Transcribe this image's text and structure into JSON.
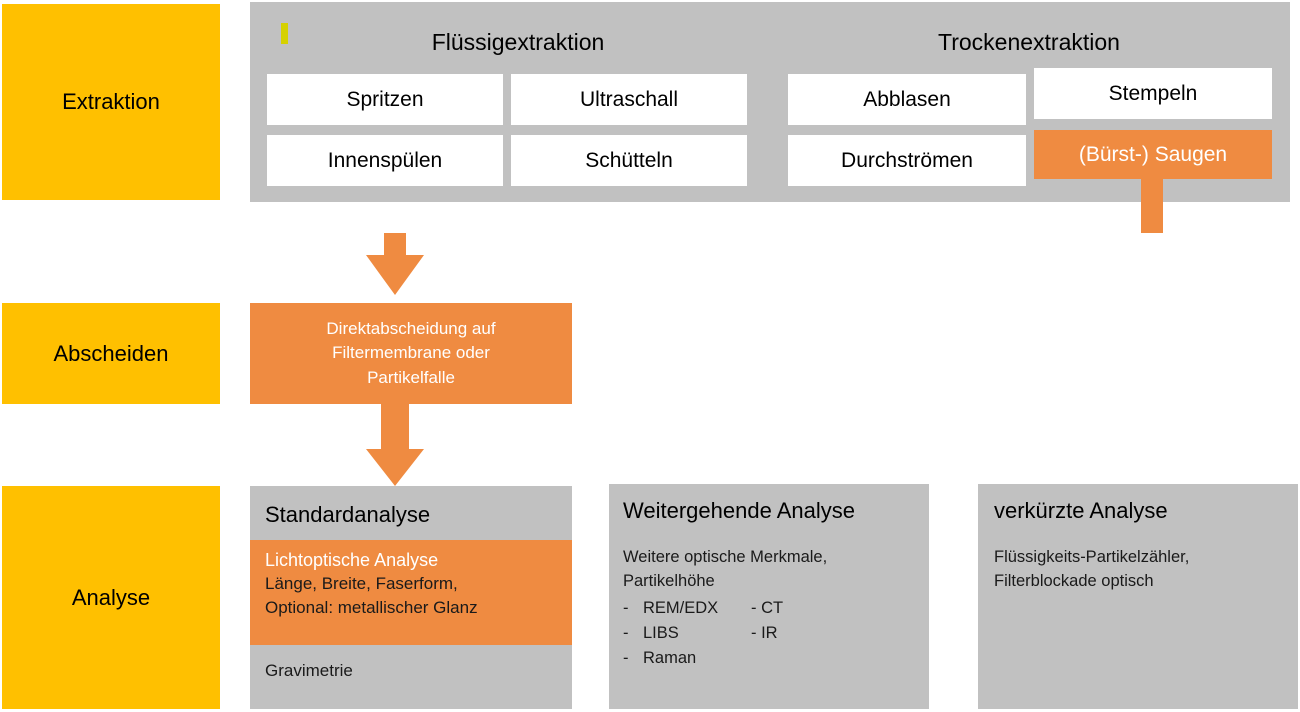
{
  "theme": {
    "yellow": "#FFC000",
    "gray": "#C1C1C1",
    "orange": "#EF8B41",
    "white": "#FFFFFF",
    "olive_tick": "#D6D100"
  },
  "stages": [
    {
      "id": "extraktion",
      "label": "Extraktion"
    },
    {
      "id": "abscheiden",
      "label": "Abscheiden"
    },
    {
      "id": "analyse",
      "label": "Analyse"
    }
  ],
  "extraction": {
    "groups": [
      {
        "id": "fluessig",
        "heading": "Flüssigextraktion",
        "methods": [
          {
            "label": "Spritzen",
            "highlight": false
          },
          {
            "label": "Ultraschall",
            "highlight": false
          },
          {
            "label": "Innenspülen",
            "highlight": false
          },
          {
            "label": "Schütteln",
            "highlight": false
          }
        ]
      },
      {
        "id": "trocken",
        "heading": "Trockenextraktion",
        "methods": [
          {
            "label": "Abblasen",
            "highlight": false
          },
          {
            "label": "Stempeln",
            "highlight": false
          },
          {
            "label": "Durchströmen",
            "highlight": false
          },
          {
            "label": "(Bürst-) Saugen",
            "highlight": true
          }
        ]
      }
    ]
  },
  "separation": {
    "box_lines": [
      "Direktabscheidung auf",
      "Filtermembrane oder",
      "Partikelfalle"
    ]
  },
  "analysis": {
    "columns": [
      {
        "id": "standard",
        "title": "Standardanalyse",
        "band": {
          "title": "Lichtoptische Analyse",
          "lines": [
            "Länge, Breite, Faserform,",
            "Optional: metallischer Glanz"
          ]
        },
        "footer": "Gravimetrie"
      },
      {
        "id": "weitergehend",
        "title": "Weitergehende Analyse",
        "lines": [
          "Weitere optische Merkmale,",
          "Partikelhöhe"
        ],
        "bullets": [
          {
            "dash": "-",
            "main": "REM/EDX",
            "alt": "- CT"
          },
          {
            "dash": "-",
            "main": "LIBS",
            "alt": "- IR"
          },
          {
            "dash": "-",
            "main": "Raman",
            "alt": ""
          }
        ]
      },
      {
        "id": "verkuerzt",
        "title": "verkürzte Analyse",
        "lines": [
          "Flüssigkeits-Partikelzähler,",
          "Filterblockade optisch"
        ]
      }
    ]
  },
  "connectors": [
    {
      "id": "saugen-to-abscheiden",
      "from": "(Bürst-) Saugen",
      "to": "Direktabscheidung auf Filtermembrane oder Partikelfalle",
      "style": "elbow-arrow"
    },
    {
      "id": "abscheiden-to-standardanalyse",
      "from": "Direktabscheidung auf Filtermembrane oder Partikelfalle",
      "to": "Standardanalyse",
      "style": "straight-arrow"
    }
  ]
}
